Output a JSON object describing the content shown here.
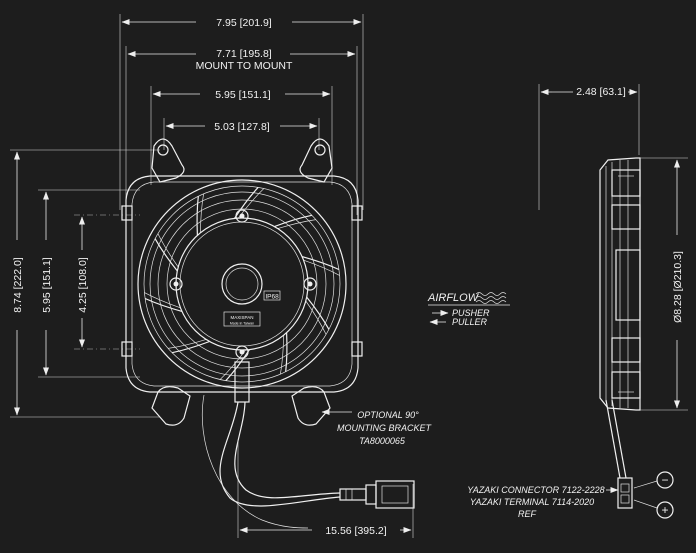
{
  "front_view": {
    "overall_width": "7.95 [201.9]",
    "mount_width": "7.71 [195.8]",
    "mount_label": "MOUNT TO MOUNT",
    "hole_spacing_wide": "5.95 [151.1]",
    "hole_spacing_narrow": "5.03 [127.8]",
    "overall_height": "8.74 [222.0]",
    "height_mid": "5.95 [151.1]",
    "height_inner": "4.25 [108.0]",
    "ip_label": "IP68",
    "brand_plate": "MAXISPAN",
    "brand_sub": "Made in Taiwan",
    "bracket_note": [
      "OPTIONAL 90°",
      "MOUNTING BRACKET",
      "TA8000065"
    ],
    "lead_length": "15.56 [395.2]"
  },
  "airflow": {
    "title": "AIRFLOW",
    "pusher": "PUSHER",
    "puller": "PULLER"
  },
  "side_view": {
    "depth": "2.48 [63.1]",
    "diameter": "Ø8.28 [Ø210.3]",
    "connector_note": [
      "YAZAKI CONNECTOR 7122-2228",
      "YAZAKI TERMINAL 7114-2020",
      "REF"
    ],
    "minus": "−",
    "plus": "+"
  }
}
